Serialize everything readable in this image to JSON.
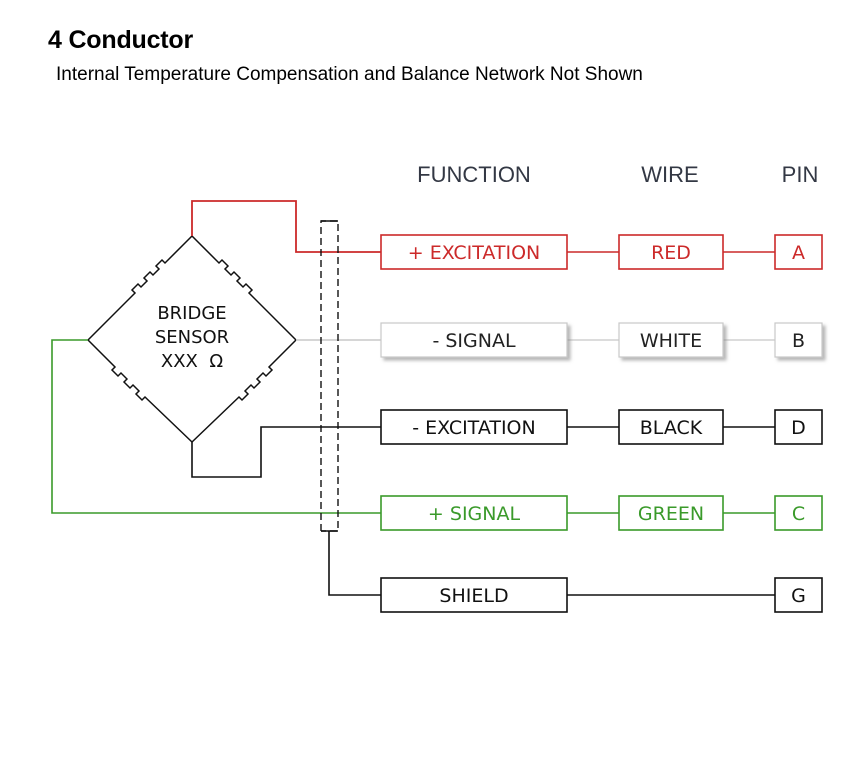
{
  "title": "4 Conductor",
  "subtitle": "Internal Temperature Compensation and Balance Network Not Shown",
  "sensor": {
    "line1": "BRIDGE",
    "line2": "SENSOR",
    "line3": "XXX  Ω"
  },
  "headers": {
    "function": "FUNCTION",
    "wire": "WIRE",
    "pin": "PIN"
  },
  "colors": {
    "red": "#cc2a2a",
    "white": "#c8c8c8",
    "black": "#111111",
    "green": "#3a9a2a"
  },
  "rows": [
    {
      "function": "+ EXCITATION",
      "wire": "RED",
      "pin": "A",
      "color": "red"
    },
    {
      "function": "- SIGNAL",
      "wire": "WHITE",
      "pin": "B",
      "color": "white"
    },
    {
      "function": "- EXCITATION",
      "wire": "BLACK",
      "pin": "D",
      "color": "black"
    },
    {
      "function": "+ SIGNAL",
      "wire": "GREEN",
      "pin": "C",
      "color": "green"
    },
    {
      "function": "SHIELD",
      "wire": "",
      "pin": "G",
      "color": "black"
    }
  ]
}
